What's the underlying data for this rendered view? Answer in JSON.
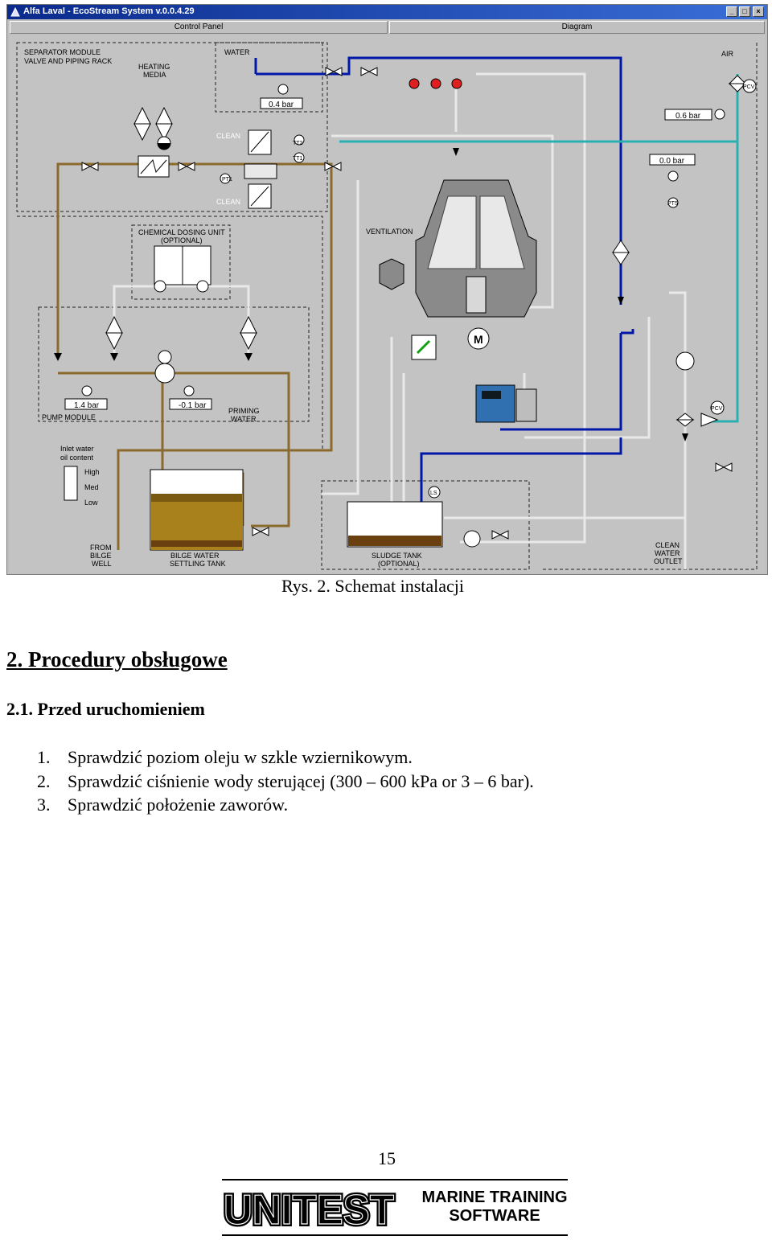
{
  "window": {
    "title": "Alfa Laval - EcoStream System v.0.0.4.29",
    "tabs": [
      "Control Panel",
      "Diagram"
    ],
    "controls": {
      "minimize": "_",
      "maximize": "□",
      "close": "×"
    }
  },
  "diagram": {
    "labels": {
      "separator_module": "SEPARATOR MODULE",
      "valve_rack": "VALVE AND PIPING RACK",
      "heating_media_1": "HEATING",
      "heating_media_2": "MEDIA",
      "water": "WATER",
      "air": "AIR",
      "clean_1": "CLEAN",
      "clean_2": "CLEAN",
      "tt2": "TT2",
      "tt1": "TT1",
      "pt1": "PT1",
      "pt5": "PT5",
      "pcv_top": "PCV",
      "pcv_bottom": "PCV",
      "chem_1": "CHEMICAL DOSING UNIT",
      "chem_2": "(OPTIONAL)",
      "ventilation": "VENTILATION",
      "pump_module": "PUMP MODULE",
      "priming_1": "PRIMING",
      "priming_2": "WATER",
      "inlet_1": "Inlet water",
      "inlet_2": "oil content",
      "level_high": "High",
      "level_med": "Med",
      "level_low": "Low",
      "from_1": "FROM",
      "from_2": "BILGE",
      "from_3": "WELL",
      "bilge_1": "BILGE WATER",
      "bilge_2": "SETTLING TANK",
      "sludge_1": "SLUDGE TANK",
      "sludge_2": "(OPTIONAL)",
      "ls": "LS",
      "clean_out_1": "CLEAN",
      "clean_out_2": "WATER",
      "clean_out_3": "OUTLET",
      "motor_m": "M"
    },
    "gauges": {
      "water": "0.4 bar",
      "air": "0.6 bar",
      "outlet": "0.0 bar",
      "pump_left": "1.4 bar",
      "pump_right": "-0.1 bar"
    },
    "colors": {
      "pipe_oil": "#8b6a2e",
      "pipe_water": "#0018a8",
      "pipe_air": "#2ab0b0",
      "tank_oil": "#a8801c",
      "sludge": "#6a4010"
    }
  },
  "document": {
    "caption": "Rys. 2. Schemat instalacji",
    "heading": "2. Procedury obsługowe",
    "subheading": "2.1. Przed uruchomieniem",
    "steps": [
      {
        "num": "1.",
        "text": "Sprawdzić poziom oleju w szkle wziernikowym."
      },
      {
        "num": "2.",
        "text": "Sprawdzić ciśnienie wody sterującej (300 – 600 kPa or 3 – 6 bar)."
      },
      {
        "num": "3.",
        "text": "Sprawdzić położenie zaworów."
      }
    ],
    "page_number": "15"
  },
  "footer": {
    "logo_text": "UNITEST",
    "tagline_line1": "MARINE TRAINING",
    "tagline_line2": "SOFTWARE"
  }
}
